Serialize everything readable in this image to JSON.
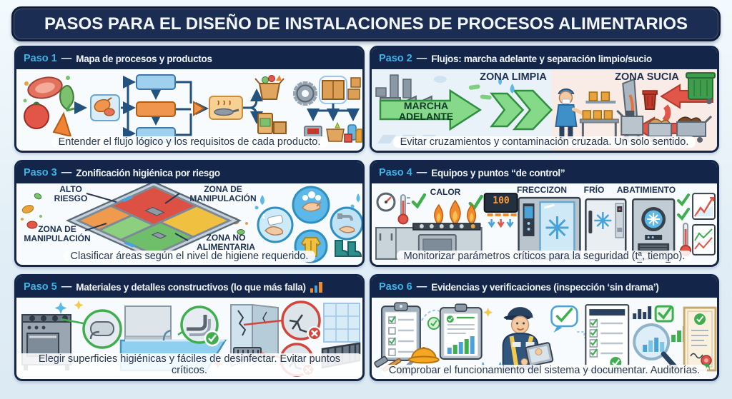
{
  "page": {
    "title": "PASOS PARA EL DISEÑO DE INSTALACIONES DE PROCESOS ALIMENTARIOS",
    "separator": "—"
  },
  "colors": {
    "navy": "#13264a",
    "cyan_step": "#3ab5e9",
    "green": "#3fae4e",
    "red": "#d2463c",
    "clean_zone_bg": "#e9f2f9",
    "dirty_zone_bg": "#f9ebe5"
  },
  "panels": {
    "paso1": {
      "step": "Paso 1",
      "title": "Mapa de procesos y productos",
      "caption": "Entender el flujo lógico y los requisitos de cada producto."
    },
    "paso2": {
      "step": "Paso 2",
      "title": "Flujos: marcha adelante y separación limpio/sucio",
      "caption": "Evitar cruzamientos y contaminación cruzada. Un solo sentido.",
      "labels": {
        "marcha_adelante": "MARCHA\nADELANTE",
        "zona_limpia": "ZONA LIMPIA",
        "zona_sucia": "ZONA SUCIA"
      }
    },
    "paso3": {
      "step": "Paso 3",
      "title": "Zonificación higiénica por riesgo",
      "caption": "Clasificar áreas según el nivel de higiene requerido.",
      "labels": {
        "alto_riesgo": "ALTO\nRIESGO",
        "zona_manipulacion_top": "ZONA DE\nMANIPULACIÓN",
        "zona_manipulacion_left": "ZONA DE\nMANIPULACIÓN",
        "zona_no_alimentaria": "ZONA NO\nALIMENTARIA"
      }
    },
    "paso4": {
      "step": "Paso 4",
      "title": "Equipos y puntos “de control”",
      "caption": "Monitorizar parámetros críticos para la seguridad (tª, tiempo).",
      "labels": {
        "calor": "CALOR",
        "freccizon": "FRECCIZON",
        "frio": "FRÍO",
        "abatimiento": "ABATIMIENTO",
        "display_value": "100"
      }
    },
    "paso5": {
      "step": "Paso 5",
      "title": "Materiales y detalles constructivos (lo que más falla)",
      "caption": "Elegir superficies higiénicas y fáciles de desinfectar. Evitar puntos críticos."
    },
    "paso6": {
      "step": "Paso 6",
      "title": "Evidencias y verificaciones (inspección ‘sin drama’)",
      "caption": "Comprobar el funcionamiento del sistema y documentar. Auditorías."
    }
  }
}
